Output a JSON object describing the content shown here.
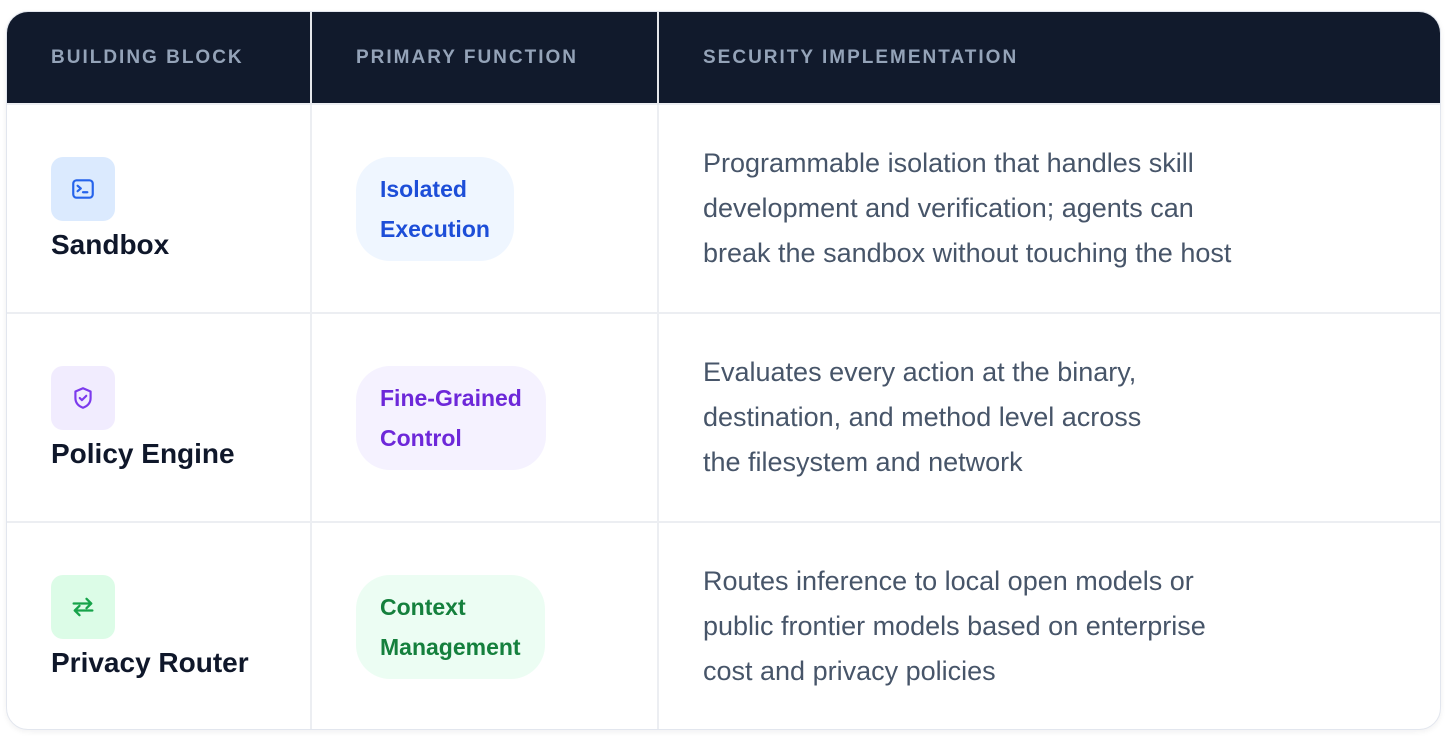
{
  "table": {
    "headers": [
      "BUILDING BLOCK",
      "PRIMARY FUNCTION",
      "SECURITY IMPLEMENTATION"
    ],
    "rows": [
      {
        "name": "Sandbox",
        "icon": "terminal-icon",
        "icon_bg": "#dbeafe",
        "icon_color": "#2563eb",
        "function_line1": "Isolated",
        "function_line2": "Execution",
        "pill_bg": "#eff6ff",
        "pill_color": "#1d4ed8",
        "desc_line1": "Programmable isolation that handles skill",
        "desc_line2": "development and verification; agents can",
        "desc_line3": "break the sandbox without touching the host"
      },
      {
        "name": "Policy Engine",
        "icon": "shield-check-icon",
        "icon_bg": "#f1ecfe",
        "icon_color": "#7c3aed",
        "function_line1": "Fine-Grained",
        "function_line2": "Control",
        "pill_bg": "#f5f2ff",
        "pill_color": "#6d28d9",
        "desc_line1": "Evaluates every action at the binary,",
        "desc_line2": "destination, and method level across",
        "desc_line3": "the filesystem and network"
      },
      {
        "name": "Privacy Router",
        "icon": "arrows-swap-icon",
        "icon_bg": "#dcfce7",
        "icon_color": "#16a34a",
        "function_line1": "Context",
        "function_line2": "Management",
        "pill_bg": "#ecfdf3",
        "pill_color": "#15803d",
        "desc_line1": "Routes inference to local open models or",
        "desc_line2": "public frontier models based on enterprise",
        "desc_line3": "cost and privacy policies"
      }
    ]
  }
}
